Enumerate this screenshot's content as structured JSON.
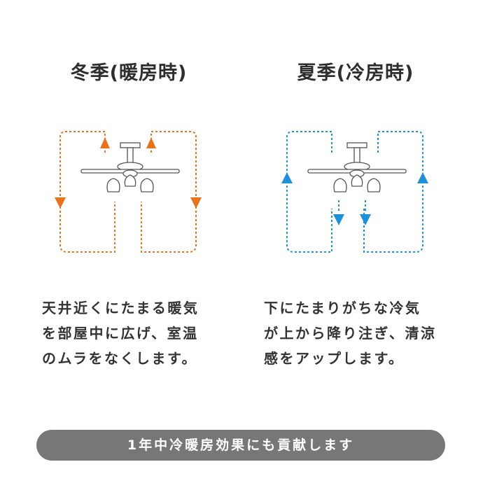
{
  "panels": {
    "winter": {
      "title": "冬季(暖房時)",
      "desc_lines": [
        "天井近くにたまる暖気",
        "を部屋中に広げ、室温",
        "のムラをなくします。"
      ],
      "arrow_color": "#e8731e",
      "flow": "up-center-down-sides"
    },
    "summer": {
      "title": "夏季(冷房時)",
      "desc_lines": [
        "下にたまりがちな冷気",
        "が上から降り注ぎ、清涼",
        "感をアップします。"
      ],
      "arrow_color": "#1f8fd8",
      "flow": "down-center-up-sides"
    }
  },
  "banner": {
    "text": "1年中冷暖房効果にも貢献します",
    "color": "#777777"
  },
  "icons": [
    "ceiling-fan-icon",
    "airflow-arrow-icon"
  ]
}
